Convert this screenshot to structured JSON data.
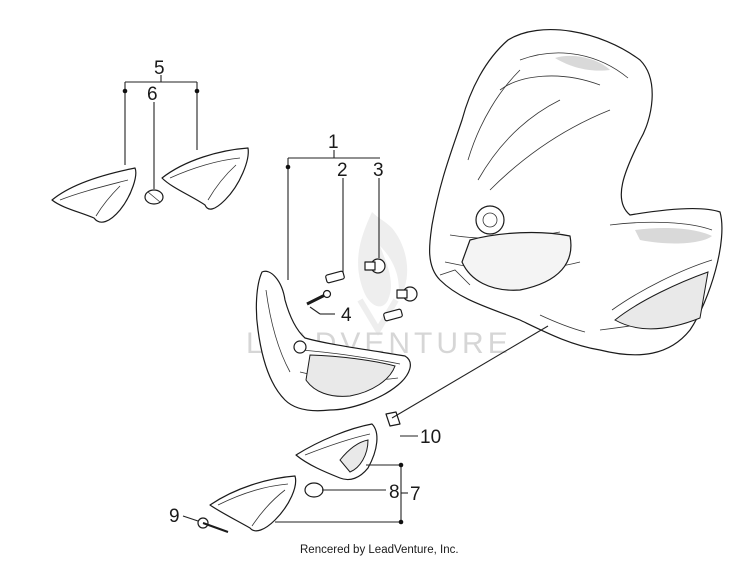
{
  "callouts": {
    "c1": "1",
    "c2": "2",
    "c3": "3",
    "c4": "4",
    "c5": "5",
    "c6": "6",
    "c7": "7",
    "c8": "8",
    "c9": "9",
    "c10": "10"
  },
  "watermark": {
    "text": "LEADVENTURE"
  },
  "footer": {
    "credit": "Rencered by LeadVenture, Inc."
  }
}
